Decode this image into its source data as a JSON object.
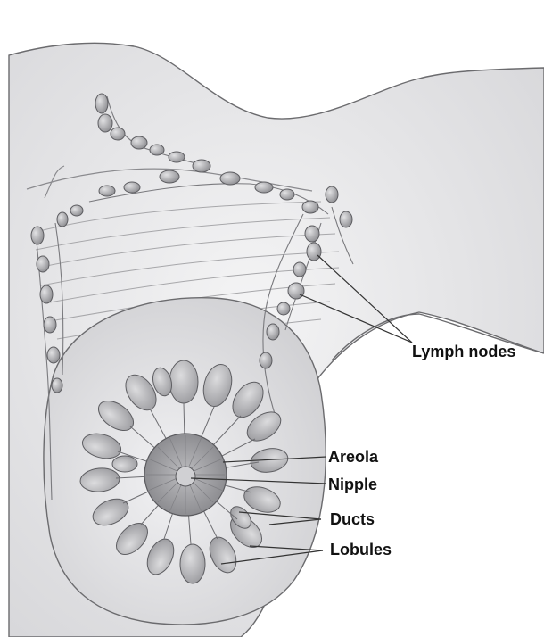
{
  "diagram": {
    "labels": {
      "lymph_nodes": "Lymph nodes",
      "areola": "Areola",
      "nipple": "Nipple",
      "ducts": "Ducts",
      "lobules": "Lobules"
    },
    "colors": {
      "background": "#ffffff",
      "skin": "#e9e9eb",
      "skin_shadow": "#c9c9cc",
      "outline": "#6b6b6e",
      "lobule": "#b3b3b6",
      "node": "#b8b8bb",
      "label_text": "#111111",
      "leader_line": "#333333"
    }
  }
}
